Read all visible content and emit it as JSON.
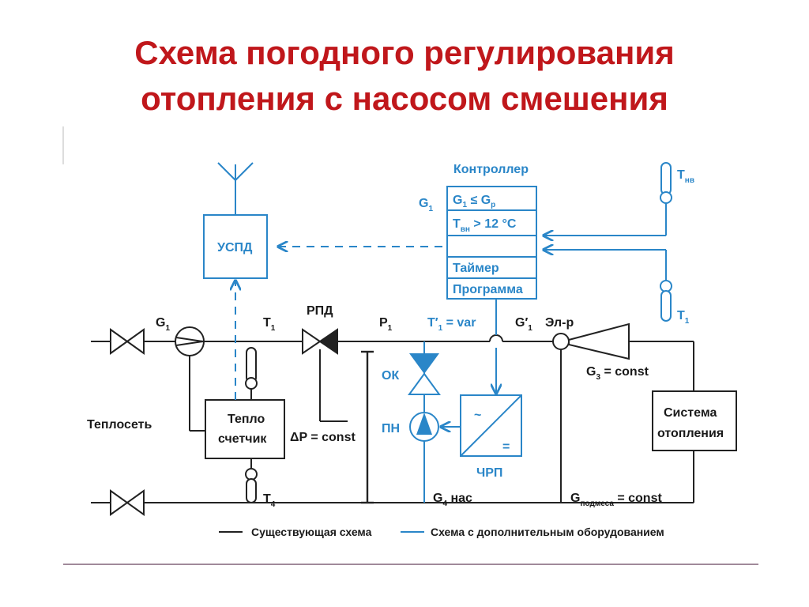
{
  "title": {
    "line1": "Схема погодного регулирования",
    "line2": "отопления с насосом смешения"
  },
  "colors": {
    "title": "#c0171b",
    "existing_scheme": "#222222",
    "additional_equipment": "#2a86c8"
  },
  "controller": {
    "label": "Контроллер",
    "rows": [
      {
        "main": "G",
        "sub": "1",
        "rest": " ≤ G",
        "sub2": "р"
      },
      {
        "main": "T",
        "sub": "вн",
        "rest": " > 12 °C",
        "sub2": ""
      },
      {
        "main": "",
        "sub": "",
        "rest": "",
        "sub2": ""
      },
      {
        "main": "Таймер",
        "sub": "",
        "rest": "",
        "sub2": ""
      },
      {
        "main": "Программа",
        "sub": "",
        "rest": "",
        "sub2": ""
      }
    ],
    "input_g1": {
      "main": "G",
      "sub": "1"
    }
  },
  "uspd": "УСПД",
  "sensors": {
    "t_nv": {
      "main": "T",
      "sub": "нв"
    },
    "t1_blue": {
      "main": "T",
      "sub": "1"
    }
  },
  "pipe_labels": {
    "g1": {
      "main": "G",
      "sub": "1"
    },
    "t1": {
      "main": "T",
      "sub": "1"
    },
    "rpd": "РПД",
    "p1": {
      "main": "P",
      "sub": "1"
    },
    "t1_var": {
      "main": "T′",
      "sub": "1",
      "rest": " = var"
    },
    "g1_prime": {
      "main": "G′",
      "sub": "1"
    },
    "el_r": "Эл-р",
    "g3": {
      "main": "G",
      "sub": "3",
      "rest": " = const"
    },
    "t4": {
      "main": "T",
      "sub": "4"
    },
    "dp": "ΔP = const",
    "g4": {
      "main": "G",
      "sub": "4",
      "rest": " нас"
    },
    "g_podmesa": {
      "main": "G",
      "sub": "подмеса",
      "rest": " = const"
    }
  },
  "equipment": {
    "heat_meter_line1": "Тепло",
    "heat_meter_line2": "счетчик",
    "heating_network": "Теплосеть",
    "heating_system_line1": "Система",
    "heating_system_line2": "отопления",
    "check_valve": "ОК",
    "pump": "ПН",
    "vfd": "ЧРП",
    "vfd_symbols": [
      "~",
      "="
    ]
  },
  "legend": {
    "existing": "Существующая схема",
    "additional": "Схема с дополнительным оборудованием"
  }
}
